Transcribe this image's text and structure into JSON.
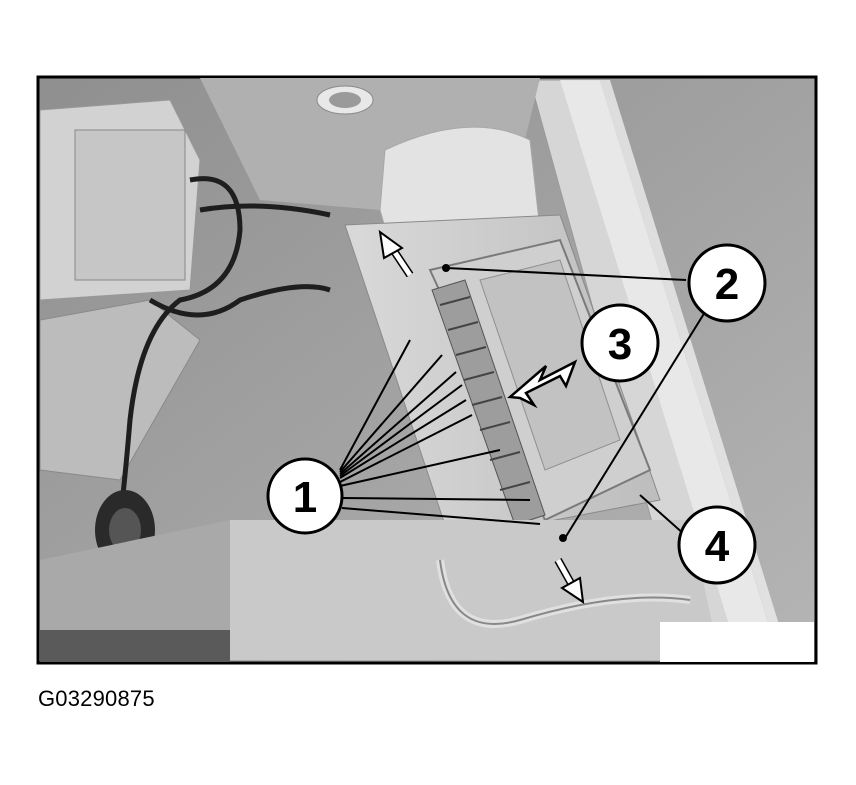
{
  "figure_id": "G03290875",
  "callouts": [
    {
      "label": "1"
    },
    {
      "label": "2"
    },
    {
      "label": "3"
    },
    {
      "label": "4"
    }
  ]
}
